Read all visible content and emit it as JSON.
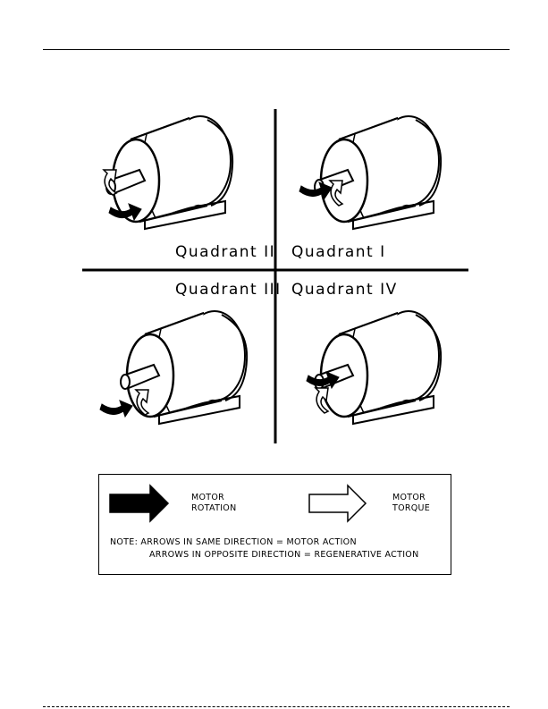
{
  "quadrants": {
    "q1": "Quadrant I",
    "q2": "Quadrant II",
    "q3": "Quadrant III",
    "q4": "Quadrant IV"
  },
  "legend": {
    "rotation_line1": "MOTOR",
    "rotation_line2": "ROTATION",
    "torque_line1": "MOTOR",
    "torque_line2": "TORQUE",
    "note_line1": "NOTE:  ARROWS IN SAME DIRECTION = MOTOR ACTION",
    "note_line2": "ARROWS IN OPPOSITE DIRECTION = REGENERATIVE ACTION"
  }
}
